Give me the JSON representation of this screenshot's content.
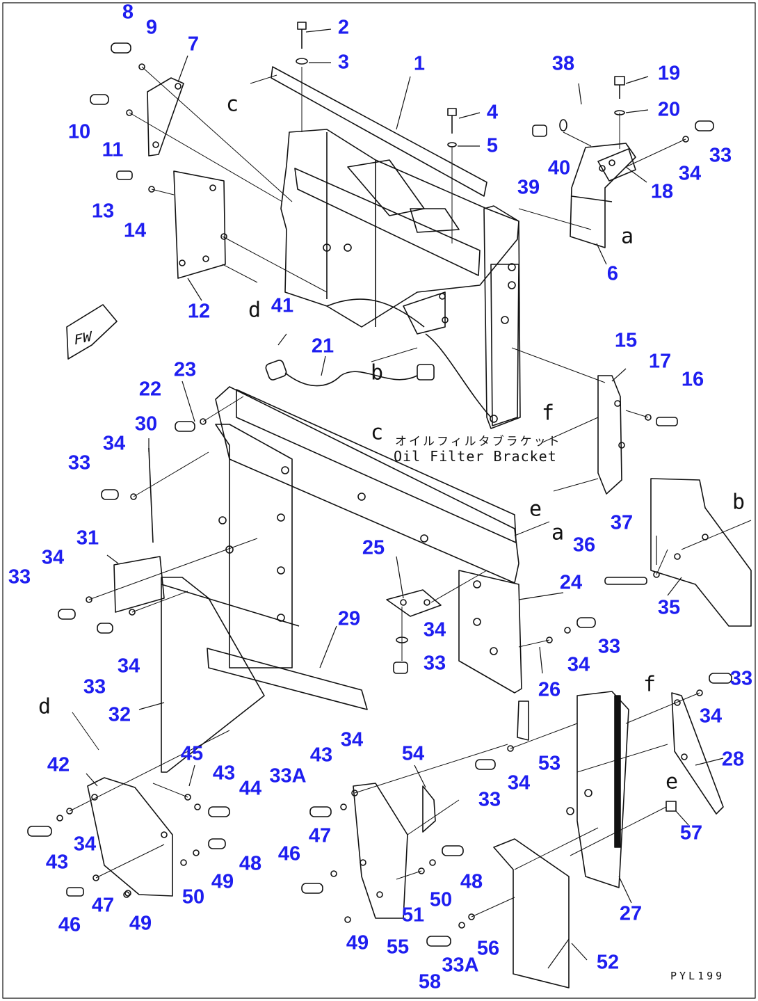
{
  "diagram": {
    "labels": {
      "oil_filter_bracket_jp": "オイルフィルタブラケット",
      "oil_filter_bracket_en": "Oil Filter Bracket",
      "drawing_code": "PYL199",
      "forward_mark": "FW"
    },
    "callouts": [
      {
        "id": "c1",
        "text": "1"
      },
      {
        "id": "c2",
        "text": "2"
      },
      {
        "id": "c3",
        "text": "3"
      },
      {
        "id": "c4",
        "text": "4"
      },
      {
        "id": "c5",
        "text": "5"
      },
      {
        "id": "c6",
        "text": "6"
      },
      {
        "id": "c7",
        "text": "7"
      },
      {
        "id": "c8",
        "text": "8"
      },
      {
        "id": "c9",
        "text": "9"
      },
      {
        "id": "c10",
        "text": "10"
      },
      {
        "id": "c11",
        "text": "11"
      },
      {
        "id": "c12",
        "text": "12"
      },
      {
        "id": "c13",
        "text": "13"
      },
      {
        "id": "c14",
        "text": "14"
      },
      {
        "id": "c15",
        "text": "15"
      },
      {
        "id": "c16",
        "text": "16"
      },
      {
        "id": "c17",
        "text": "17"
      },
      {
        "id": "c18",
        "text": "18"
      },
      {
        "id": "c19",
        "text": "19"
      },
      {
        "id": "c20",
        "text": "20"
      },
      {
        "id": "c21",
        "text": "21"
      },
      {
        "id": "c22",
        "text": "22"
      },
      {
        "id": "c23",
        "text": "23"
      },
      {
        "id": "c24",
        "text": "24"
      },
      {
        "id": "c25",
        "text": "25"
      },
      {
        "id": "c26",
        "text": "26"
      },
      {
        "id": "c27",
        "text": "27"
      },
      {
        "id": "c28",
        "text": "28"
      },
      {
        "id": "c29",
        "text": "29"
      },
      {
        "id": "c30",
        "text": "30"
      },
      {
        "id": "c31",
        "text": "31"
      },
      {
        "id": "c32",
        "text": "32"
      },
      {
        "id": "c33a",
        "text": "33"
      },
      {
        "id": "c33b",
        "text": "33"
      },
      {
        "id": "c33c",
        "text": "33"
      },
      {
        "id": "c33d",
        "text": "33"
      },
      {
        "id": "c33e",
        "text": "33"
      },
      {
        "id": "c33f",
        "text": "33"
      },
      {
        "id": "c33g",
        "text": "33"
      },
      {
        "id": "c33h",
        "text": "33"
      },
      {
        "id": "c34a",
        "text": "34"
      },
      {
        "id": "c34b",
        "text": "34"
      },
      {
        "id": "c34c",
        "text": "34"
      },
      {
        "id": "c34d",
        "text": "34"
      },
      {
        "id": "c34e",
        "text": "34"
      },
      {
        "id": "c34f",
        "text": "34"
      },
      {
        "id": "c34g",
        "text": "34"
      },
      {
        "id": "c34h",
        "text": "34"
      },
      {
        "id": "c34i",
        "text": "34"
      },
      {
        "id": "c34j",
        "text": "34"
      },
      {
        "id": "c35",
        "text": "35"
      },
      {
        "id": "c36",
        "text": "36"
      },
      {
        "id": "c37",
        "text": "37"
      },
      {
        "id": "c38",
        "text": "38"
      },
      {
        "id": "c39",
        "text": "39"
      },
      {
        "id": "c40",
        "text": "40"
      },
      {
        "id": "c41",
        "text": "41"
      },
      {
        "id": "c42",
        "text": "42"
      },
      {
        "id": "c43a",
        "text": "43"
      },
      {
        "id": "c43b",
        "text": "43"
      },
      {
        "id": "c43c",
        "text": "43"
      },
      {
        "id": "c44",
        "text": "44"
      },
      {
        "id": "c45",
        "text": "45"
      },
      {
        "id": "c46a",
        "text": "46"
      },
      {
        "id": "c46b",
        "text": "46"
      },
      {
        "id": "c47a",
        "text": "47"
      },
      {
        "id": "c47b",
        "text": "47"
      },
      {
        "id": "c48a",
        "text": "48"
      },
      {
        "id": "c48b",
        "text": "48"
      },
      {
        "id": "c49a",
        "text": "49"
      },
      {
        "id": "c49b",
        "text": "49"
      },
      {
        "id": "c49c",
        "text": "49"
      },
      {
        "id": "c50a",
        "text": "50"
      },
      {
        "id": "c50b",
        "text": "50"
      },
      {
        "id": "c51",
        "text": "51"
      },
      {
        "id": "c52",
        "text": "52"
      },
      {
        "id": "c53",
        "text": "53"
      },
      {
        "id": "c54",
        "text": "54"
      },
      {
        "id": "c55",
        "text": "55"
      },
      {
        "id": "c56",
        "text": "56"
      },
      {
        "id": "c57",
        "text": "57"
      },
      {
        "id": "c58",
        "text": "58"
      },
      {
        "id": "c33Aa",
        "text": "33A"
      },
      {
        "id": "c33Ab",
        "text": "33A"
      }
    ],
    "reference_letters": [
      {
        "id": "r_c1",
        "text": "c"
      },
      {
        "id": "r_a1",
        "text": "a"
      },
      {
        "id": "r_d1",
        "text": "d"
      },
      {
        "id": "r_b1",
        "text": "b"
      },
      {
        "id": "r_c2",
        "text": "c"
      },
      {
        "id": "r_f1",
        "text": "f"
      },
      {
        "id": "r_e1",
        "text": "e"
      },
      {
        "id": "r_a2",
        "text": "a"
      },
      {
        "id": "r_b2",
        "text": "b"
      },
      {
        "id": "r_d2",
        "text": "d"
      },
      {
        "id": "r_f2",
        "text": "f"
      },
      {
        "id": "r_e2",
        "text": "e"
      }
    ]
  }
}
